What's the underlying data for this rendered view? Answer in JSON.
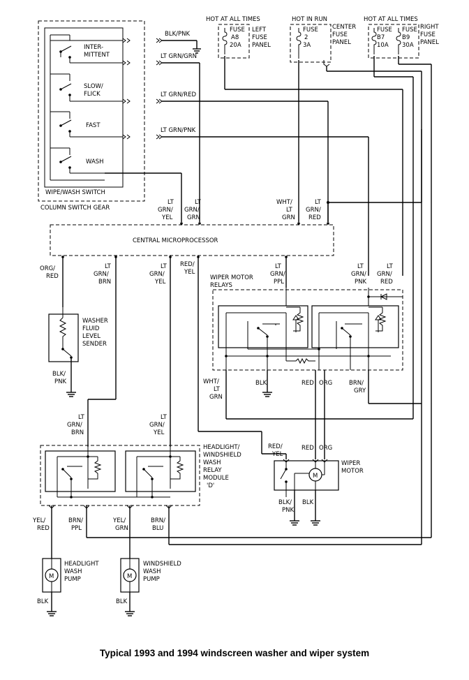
{
  "caption": "Typical 1993 and 1994 windscreen washer and wiper system",
  "switch": {
    "intermittent": [
      "INTER-",
      "MITTENT"
    ],
    "slow_flick": [
      "SLOW/",
      "FLICK"
    ],
    "fast": "FAST",
    "wash": "WASH",
    "name": "WIPE/WASH SWITCH",
    "gear": "COLUMN SWITCH GEAR"
  },
  "switch_wires": {
    "blk_pnk": "BLK/PNK",
    "lt_grn_grn": "LT GRN/GRN",
    "lt_grn_red": "LT GRN/RED",
    "lt_grn_pnk": "LT GRN/PNK"
  },
  "fuses": {
    "left": {
      "hot": "HOT AT ALL TIMES",
      "fuse": [
        "FUSE",
        "A8",
        "20A"
      ],
      "panel": [
        "LEFT",
        "FUSE",
        "PANEL"
      ]
    },
    "center": {
      "hot": "HOT IN RUN",
      "fuse": [
        "FUSE",
        "2",
        "3A"
      ],
      "panel": [
        "CENTER",
        "FUSE",
        "PANEL"
      ]
    },
    "right": {
      "hot": "HOT AT ALL TIMES",
      "fuse1": [
        "FUSE",
        "B7",
        "10A"
      ],
      "fuse2": [
        "FUSE",
        "B9",
        "30A"
      ],
      "panel": [
        "RIGHT",
        "FUSE",
        "PANEL"
      ]
    }
  },
  "cpu_top_wires": {
    "lt_grn_yel": [
      "LT",
      "GRN/",
      "YEL"
    ],
    "lt_grn_grn": [
      "LT",
      "GRN/",
      "GRN"
    ],
    "wht_lt_grn": [
      "WHT/",
      "LT",
      "GRN"
    ],
    "lt_grn_red": [
      "LT",
      "GRN/",
      "RED"
    ]
  },
  "cpu": "CENTRAL MICROPROCESSOR",
  "cpu_bottom_wires": {
    "org_red": [
      "ORG/",
      "RED"
    ],
    "lt_grn_brn": [
      "LT",
      "GRN/",
      "BRN"
    ],
    "lt_grn_yel": [
      "LT",
      "GRN/",
      "YEL"
    ],
    "red_yel": [
      "RED/",
      "YEL"
    ]
  },
  "washer_sender": {
    "label": [
      "WASHER",
      "FLUID",
      "LEVEL",
      "SENDER"
    ],
    "ground": [
      "BLK/",
      "PNK"
    ]
  },
  "relays": {
    "label": [
      "WIPER MOTOR",
      "RELAYS"
    ],
    "in_ppl": [
      "LT",
      "GRN/",
      "PPL"
    ],
    "in_pnk": [
      "LT",
      "GRN/",
      "PNK"
    ],
    "in_red": [
      "LT",
      "GRN/",
      "RED"
    ],
    "out_wht": [
      "WHT/",
      "LT",
      "GRN"
    ],
    "out_blk": "BLK",
    "out_red": "RED",
    "out_org": "ORG",
    "out_brn": [
      "BRN/",
      "GRY"
    ]
  },
  "hw_relay": {
    "in1": [
      "LT",
      "GRN/",
      "BRN"
    ],
    "in2": [
      "LT",
      "GRN/",
      "YEL"
    ],
    "label": [
      "HEADLIGHT/",
      "WINDSHIELD",
      "WASH",
      "RELAY",
      "MODULE",
      "'D'"
    ],
    "out1": [
      "YEL/",
      "RED"
    ],
    "out2": [
      "BRN/",
      "PPL"
    ],
    "out3": [
      "YEL/",
      "GRN"
    ],
    "out4": [
      "BRN/",
      "BLU"
    ]
  },
  "wiper_motor": {
    "label": [
      "WIPER",
      "MOTOR"
    ],
    "red_yel": [
      "RED/",
      "YEL"
    ],
    "red": "RED",
    "org": "ORG",
    "blk_pnk": [
      "BLK/",
      "PNK"
    ],
    "blk": "BLK",
    "m": "M"
  },
  "pumps": {
    "headlight": [
      "HEADLIGHT",
      "WASH",
      "PUMP"
    ],
    "windshield": [
      "WINDSHIELD",
      "WASH",
      "PUMP"
    ],
    "ground": "BLK",
    "m": "M"
  }
}
